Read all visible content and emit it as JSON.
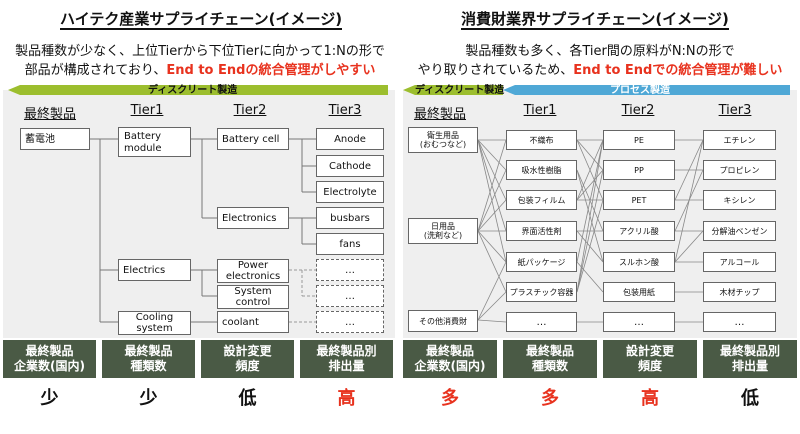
{
  "left": {
    "title": "ハイテク産業サプライチェーン(イメージ)",
    "desc_line1": "製品種数が少なく、上位Tierから下位Tierに向かって1:Nの形で",
    "desc_line2_pre": "部品が構成されており、",
    "desc_line2_red": "End to Endの統合管理がしやすい",
    "arrow_label": "ディスクリート製造",
    "arrow_color": "#9cbe2e",
    "columns": [
      "最終製品",
      "Tier1",
      "Tier2",
      "Tier3"
    ],
    "final": [
      "蓄電池"
    ],
    "tier1": [
      "Battery\nmodule",
      "Electrics",
      "Cooling\nsystem"
    ],
    "tier2": [
      "Battery cell",
      "Electronics",
      "Power\nelectronics",
      "System\ncontrol",
      "coolant"
    ],
    "tier3": [
      "Anode",
      "Cathode",
      "Electrolyte",
      "busbars",
      "fans",
      "…",
      "…",
      "…"
    ],
    "stats": [
      {
        "label": "最終製品\n企業数(国内)",
        "value": "少"
      },
      {
        "label": "最終製品\n種類数",
        "value": "少"
      },
      {
        "label": "設計変更\n頻度",
        "value": "低"
      },
      {
        "label": "最終製品別\n排出量",
        "value": "高"
      }
    ]
  },
  "right": {
    "title": "消費財業界サプライチェーン(イメージ)",
    "desc_line1": "製品種数も多く、各Tier間の原料がN:Nの形で",
    "desc_line2_pre": "やり取りされているため、",
    "desc_line2_red": "End to Endでの統合管理が難しい",
    "arrow_label_left": "ディスクリート製造",
    "arrow_label_right": "プロセス製造",
    "arrow_color_left": "#9cbe2e",
    "arrow_color_right": "#4fa8d6",
    "columns": [
      "最終製品",
      "Tier1",
      "Tier2",
      "Tier3"
    ],
    "final": [
      "衛生用品\n(おむつなど)",
      "日用品\n(洗剤など)",
      "その他消費財"
    ],
    "tier1": [
      "不織布",
      "吸水性樹脂",
      "包装フィルム",
      "界面活性剤",
      "紙パッケージ",
      "プラスチック容器",
      "…"
    ],
    "tier2": [
      "PE",
      "PP",
      "PET",
      "アクリル酸",
      "スルホン酸",
      "包装用紙",
      "…"
    ],
    "tier3": [
      "エチレン",
      "プロピレン",
      "キシレン",
      "分解油ベンゼン",
      "アルコール",
      "木材チップ",
      "…"
    ],
    "stats": [
      {
        "label": "最終製品\n企業数(国内)",
        "value": "多"
      },
      {
        "label": "最終製品\n種類数",
        "value": "多"
      },
      {
        "label": "設計変更\n頻度",
        "value": "高"
      },
      {
        "label": "最終製品別\n排出量",
        "value": "低"
      }
    ]
  },
  "colors": {
    "emphasis_red": "#e8321e",
    "stat_bg": "#4a5a45",
    "panel_bg": "#efefef"
  }
}
